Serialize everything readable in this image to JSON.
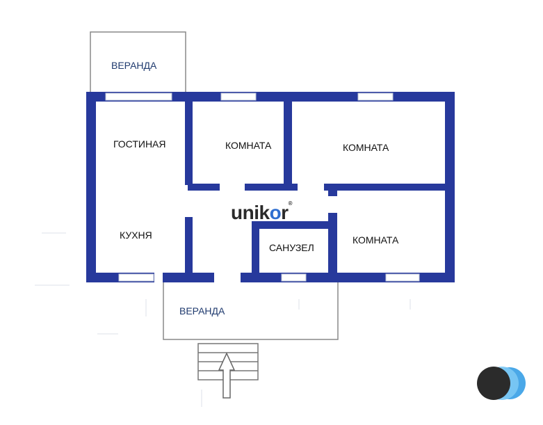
{
  "plan": {
    "rooms": {
      "living": "ГОСТИНАЯ",
      "kitchen": "КУХНЯ",
      "room1": "КОМНАТА",
      "room2": "КОМНАТА",
      "room3": "КОМНАТА",
      "bathroom": "САНУЗЕЛ"
    },
    "verandas": {
      "top": "ВЕРАНДА",
      "bottom": "ВЕРАНДА"
    },
    "logo": {
      "part1": "unik",
      "part2": "o",
      "part3": "r",
      "mark": "®"
    }
  },
  "colors": {
    "wall": "#27399c",
    "window": "#ffffff",
    "outline": "#888888",
    "label": "#111111",
    "veranda_label": "#1f3a6e",
    "badge_dark": "#2b2b2b",
    "badge_blue": "#4aa8e8",
    "badge_light": "#7cc8f4"
  }
}
